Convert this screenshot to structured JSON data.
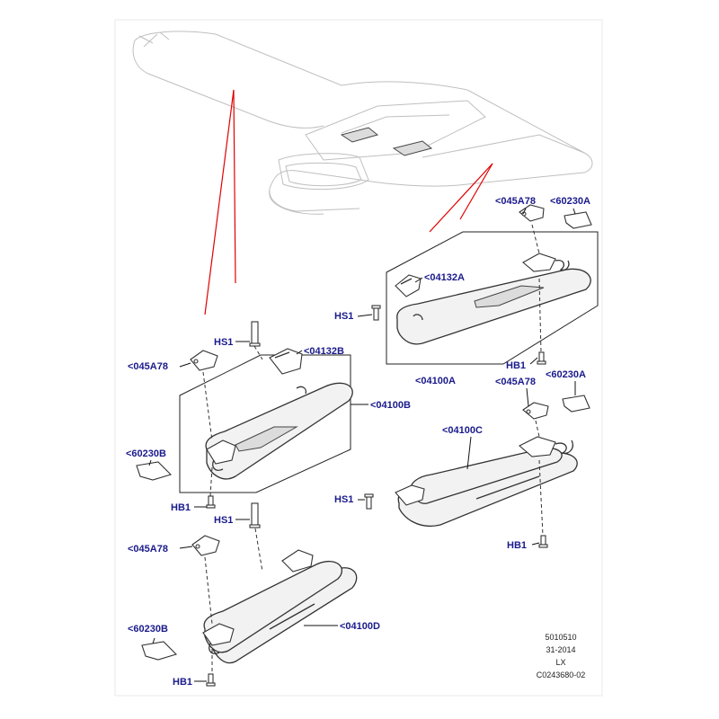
{
  "diagram": {
    "labels": {
      "l_045a78_top": "<045A78",
      "l_60230a_top": "<60230A",
      "l_04132a": "<04132A",
      "l_hs1_a": "HS1",
      "l_hb1_a": "HB1",
      "l_04100a": "<04100A",
      "l_045a78_mid_r": "<045A78",
      "l_60230a_mid": "<60230A",
      "l_04100c": "<04100C",
      "l_hs1_c": "HS1",
      "l_hb1_c": "HB1",
      "l_hs1_b": "HS1",
      "l_04132b": "<04132B",
      "l_045a78_b": "<045A78",
      "l_04100b": "<04100B",
      "l_60230b_top": "<60230B",
      "l_hb1_b": "HB1",
      "l_hs1_d": "HS1",
      "l_045a78_d": "<045A78",
      "l_04100d": "<04100D",
      "l_60230b_bottom": "<60230B",
      "l_hb1_d": "HB1"
    },
    "info_block": {
      "line1": "5010510",
      "line2": "31-2014",
      "line3": "LX",
      "line4": "C0243680-02"
    }
  }
}
